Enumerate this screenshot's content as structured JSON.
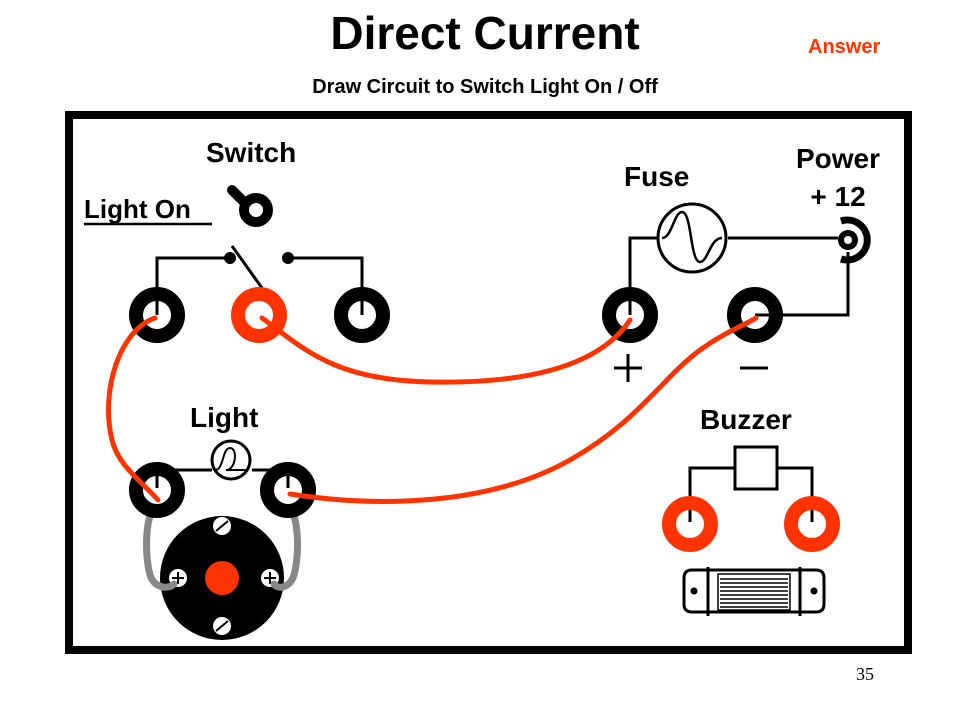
{
  "header": {
    "title": "Direct Current",
    "subtitle": "Draw Circuit to Switch Light On /  Off",
    "answer_label": "Answer"
  },
  "labels": {
    "switch": "Switch",
    "light_on": "Light On",
    "fuse": "Fuse",
    "power_line1": "Power",
    "power_line2": "+ 12",
    "light": "Light",
    "buzzer": "Buzzer"
  },
  "footer": {
    "page_number": "35"
  },
  "colors": {
    "board_border": "#000000",
    "terminal_black": "#000000",
    "terminal_red": "#ff3300",
    "wire_red": "#ff3300",
    "wire_gray": "#888888",
    "answer_text": "#ff3300"
  }
}
